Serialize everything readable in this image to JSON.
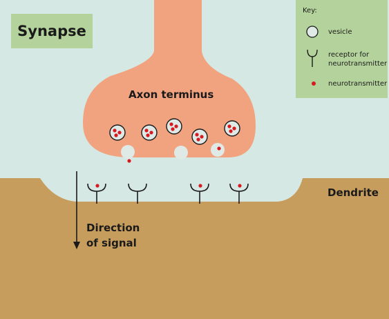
{
  "title": "Synapse",
  "labels": {
    "axon": "Axon terminus",
    "dendrite": "Dendrite",
    "direction_line1": "Direction",
    "direction_line2": "of signal"
  },
  "key": {
    "heading": "Key:",
    "vesicle": "vesicle",
    "receptor_line1": "receptor for",
    "receptor_line2": "neurotransmitter",
    "neurotransmitter": "neurotransmitter"
  },
  "colors": {
    "cleft": "#d6e8e3",
    "axon": "#f1a380",
    "dendrite": "#c69d5d",
    "key_bg": "#b4d39c",
    "vesicle": "#dfe9e6",
    "neurotransmitter": "#d71920"
  }
}
